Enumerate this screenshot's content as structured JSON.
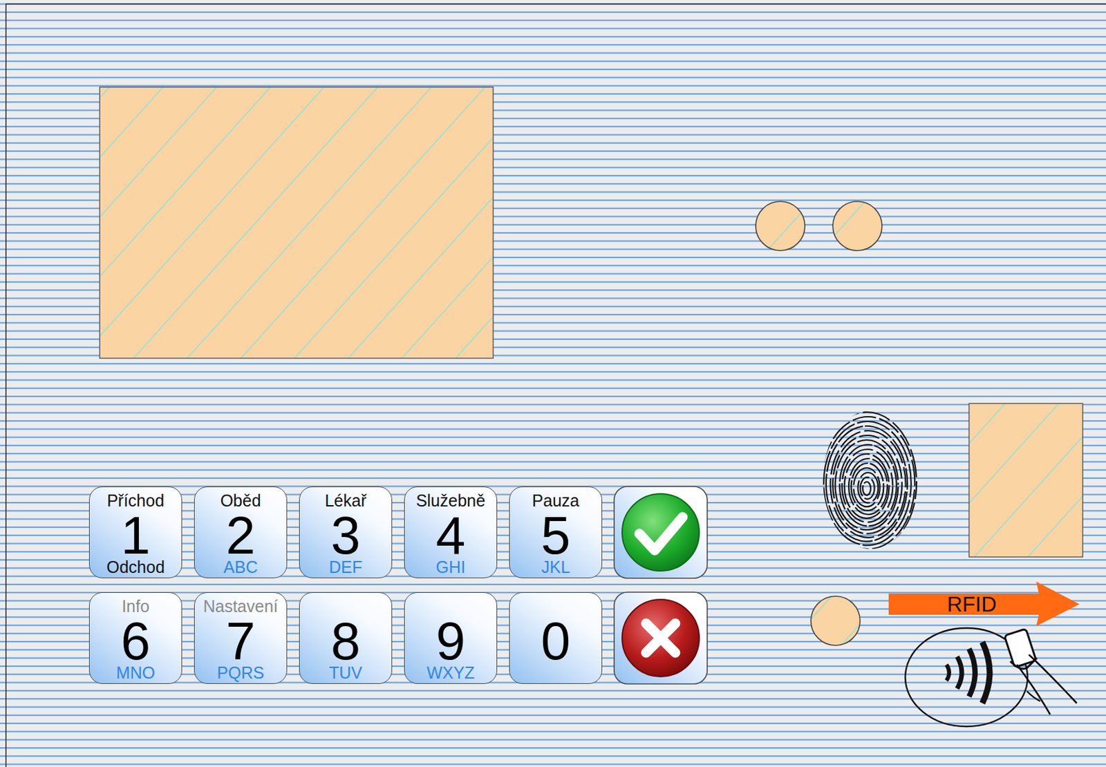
{
  "diagram": {
    "nodes": [
      {
        "text": [
          "Příchod",
          "1",
          "Odchod"
        ]
      },
      {
        "text": [
          "Oběd",
          "2",
          "ABC"
        ]
      },
      {
        "text": [
          "Lékař",
          "3",
          "DEF"
        ]
      },
      {
        "text": [
          "Služebně",
          "4",
          "GHI"
        ]
      },
      {
        "text": [
          "Pauza",
          "5",
          "JKL"
        ]
      },
      {
        "text": [
          "Info",
          "6",
          "MNO"
        ]
      },
      {
        "text": [
          "Nastavení",
          "7",
          "PQRS"
        ]
      },
      {
        "text": [
          "8",
          "TUV"
        ]
      },
      {
        "text": [
          "9",
          "WXYZ"
        ]
      },
      {
        "text": [
          "0"
        ]
      },
      {
        "text": [
          "RFID"
        ]
      }
    ]
  }
}
